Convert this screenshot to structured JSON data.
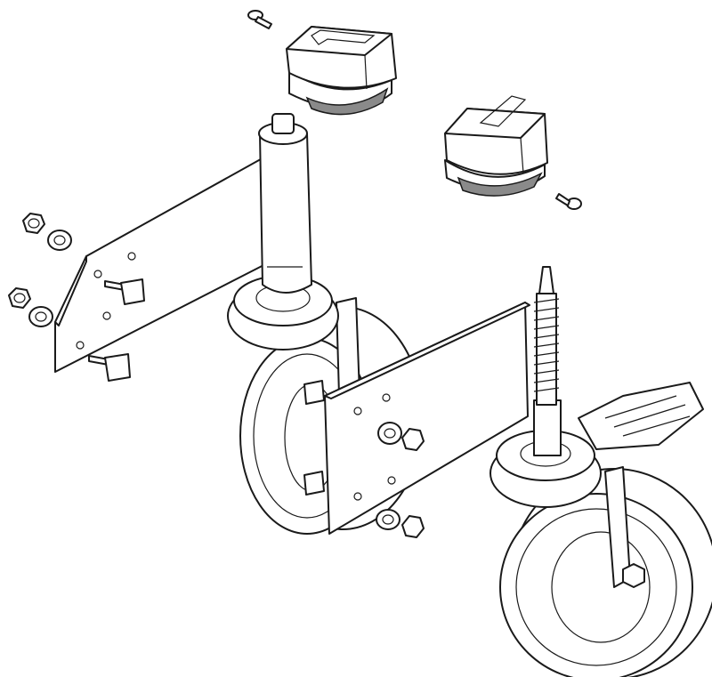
{
  "colors": {
    "line": "#1a1a1a",
    "background": "#ffffff",
    "shade": "#8a8a8a"
  },
  "parts": [
    "screw",
    "rubber-foot",
    "mounting-plate",
    "swivel-caster",
    "brake-caster",
    "threaded-stem",
    "nut",
    "washer",
    "t-bolt"
  ]
}
